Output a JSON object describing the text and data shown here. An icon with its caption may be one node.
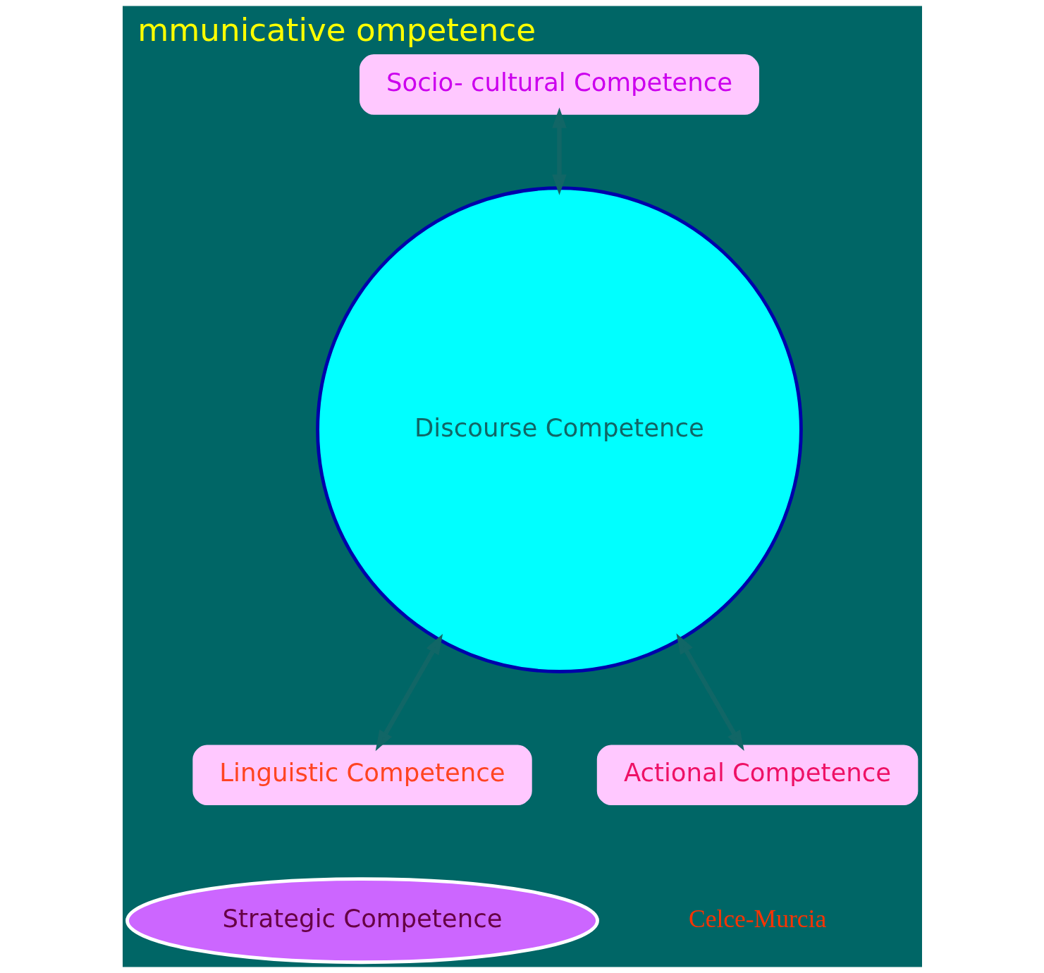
{
  "diagram": {
    "title": "mmunicative ompetence",
    "nodes": [
      {
        "text": [
          "Socio- cultural Competence"
        ]
      },
      {
        "text": [
          "Discourse Competence"
        ]
      },
      {
        "text": [
          "Linguistic Competence"
        ]
      },
      {
        "text": [
          "Actional Competence"
        ]
      },
      {
        "text": [
          "Strategic Competence"
        ]
      }
    ],
    "edges": [
      {
        "from": 1,
        "to": 0,
        "arrow": "both"
      },
      {
        "from": 1,
        "to": 2,
        "arrow": "both"
      },
      {
        "from": 1,
        "to": 3,
        "arrow": "both"
      }
    ],
    "labels": [
      "Celce-Murcia"
    ]
  }
}
